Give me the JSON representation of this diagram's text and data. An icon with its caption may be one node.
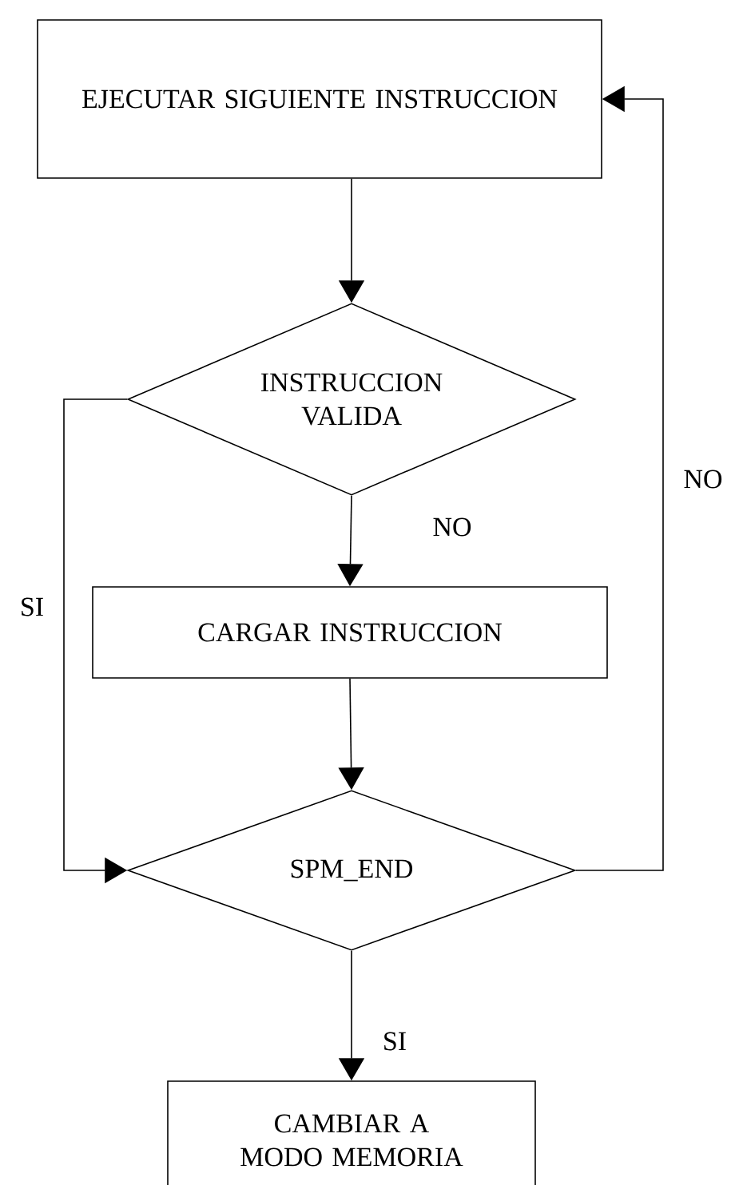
{
  "diagram": {
    "nodes": [
      {
        "text": [
          "EJECUTAR SIGUIENTE INSTRUCCION"
        ]
      },
      {
        "text": [
          "INSTRUCCION VALIDA"
        ]
      },
      {
        "text": [
          "CARGAR INSTRUCCION"
        ]
      },
      {
        "text": [
          "SPM_END"
        ]
      },
      {
        "text": [
          "CAMBIAR A MODO MEMORIA"
        ]
      }
    ],
    "edges": [
      {
        "from": 0,
        "to": 1,
        "arrow": "to"
      },
      {
        "from": 1,
        "to": 2,
        "arrow": "to",
        "label": "NO"
      },
      {
        "from": 1,
        "to": 3,
        "arrow": "to",
        "label": "SI"
      },
      {
        "from": 2,
        "to": 3,
        "arrow": "to"
      },
      {
        "from": 3,
        "to": 0,
        "arrow": "to",
        "label": "NO"
      },
      {
        "from": 3,
        "to": 4,
        "arrow": "to",
        "label": "SI"
      }
    ]
  }
}
